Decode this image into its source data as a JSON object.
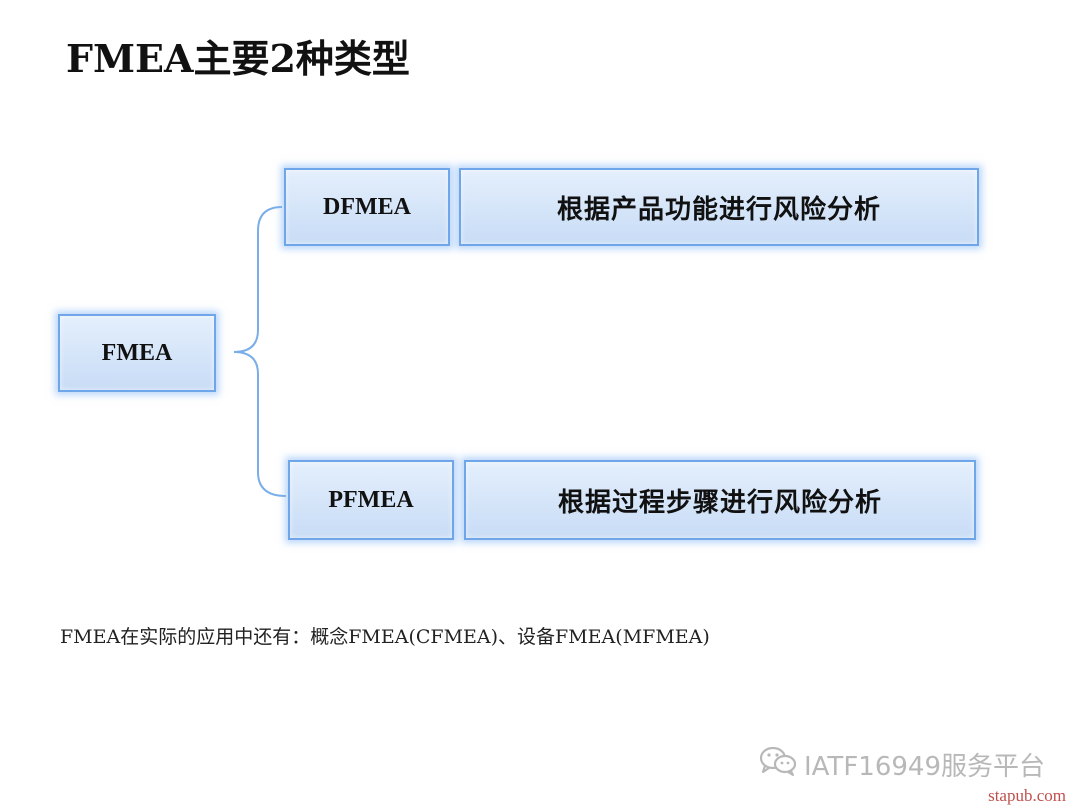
{
  "title": "FMEA主要2种类型",
  "root": {
    "label": "FMEA"
  },
  "branches": [
    {
      "type_label": "DFMEA",
      "description": "根据产品功能进行风险分析"
    },
    {
      "type_label": "PFMEA",
      "description": "根据过程步骤进行风险分析"
    }
  ],
  "note": "FMEA在实际的应用中还有：概念FMEA(CFMEA)、设备FMEA(MFMEA)",
  "watermark": {
    "text": "IATF16949服务平台",
    "icon": "wechat-icon"
  },
  "site": "stapub.com",
  "colors": {
    "box_fill_top": "#e4effc",
    "box_fill_bottom": "#c8dcf6",
    "box_border": "#6fa6ea",
    "connector": "#7aaee8",
    "watermark": "#b8b8b8",
    "site": "#c0504d"
  }
}
